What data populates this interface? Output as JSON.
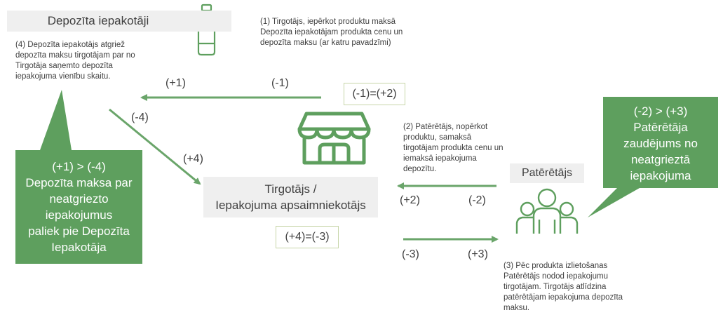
{
  "colors": {
    "green": "#5e9f5e",
    "arrow": "#6aa56a",
    "grey_box": "#efefef",
    "eq_border": "#c7d6a8"
  },
  "nodes": {
    "producer": "Depozīta iepakotāji",
    "retailer": "Tirgotājs /\nIepakojuma apsaimniekotājs",
    "consumer": "Patērētājs"
  },
  "notes": {
    "n1": "(1) Tirgotājs, iepērkot produktu maksā Depozīta iepakotājam produkta cenu un depozīta maksu (ar katru pavadzīmi)",
    "n2": "(2) Patērētājs, nopērkot produktu, samaksā tirgotājam produkta cenu un iemaksā iepakojuma depozītu.",
    "n3": "(3) Pēc produkta izlietošanas Patērētājs nodod iepakojumu tirgotājam. Tirgotājs atlīdzina patērētājam iepakojuma depozīta maksu.",
    "n4": "(4) Depozīta iepakotājs atgriež depozīta maksu tirgotājam par no Tirgotāja saņemto depozīta iepakojuma vienību skaitu."
  },
  "flows": {
    "f1_left": "(+1)",
    "f1_right": "(-1)",
    "f4_left": "(-4)",
    "f4_right": "(+4)",
    "f2_left": "(+2)",
    "f2_right": "(-2)",
    "f3_left": "(-3)",
    "f3_right": "(+3)"
  },
  "equations": {
    "eq1": "(-1)=(+2)",
    "eq2": "(+4)=(-3)"
  },
  "callouts": {
    "left": "(+1) > (-4)\nDepozīta maksa par\nneatgriezto\niepakojumus\npaliek pie Depozīta\nIepakotāja",
    "right": "(-2) > (+3)\nPatērētāja\nzaudējums no\nneatgrieztā\niepakojuma"
  },
  "icons": [
    "bottle-icon",
    "store-icon",
    "people-icon"
  ]
}
